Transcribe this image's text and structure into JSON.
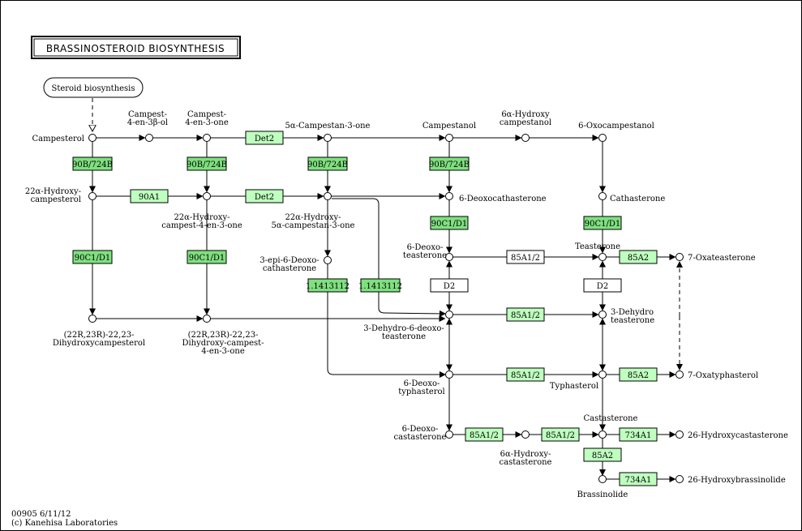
{
  "title": "BRASSINOSTEROID  BIOSYNTHESIS",
  "link_map": "Steroid biosynthesis",
  "footer": {
    "id_date": "00905 6/11/12",
    "copyright": "(c) Kanehisa Laboratories"
  },
  "colors": {
    "present": "#bfffbf",
    "present_dark": "#7fe07f",
    "absent": "#ffffff",
    "line": "#000000"
  },
  "compounds": [
    {
      "id": "campesterol",
      "lines": [
        "Campesterol"
      ]
    },
    {
      "id": "campest-4-en-3b-ol",
      "lines": [
        "Campest-",
        "4-en-3β-ol"
      ]
    },
    {
      "id": "campest-4-en-3-one",
      "lines": [
        "Campest-",
        "4-en-3-one"
      ]
    },
    {
      "id": "5a-campestan-3-one",
      "lines": [
        "5α-Campestan-3-one"
      ]
    },
    {
      "id": "campestanol",
      "lines": [
        "Campestanol"
      ]
    },
    {
      "id": "6a-hydroxycampestanol",
      "lines": [
        "6α-Hydroxy",
        "campestanol"
      ]
    },
    {
      "id": "6-oxocampestanol",
      "lines": [
        "6-Oxocampestanol"
      ]
    },
    {
      "id": "22a-hydroxycampesterol",
      "lines": [
        "22α-Hydroxy-",
        "campesterol"
      ]
    },
    {
      "id": "22a-hydroxy-campest-4-en-3-one",
      "lines": [
        "22α-Hydroxy-",
        "campest-4-en-3-one"
      ]
    },
    {
      "id": "22a-hydroxy-5a-campestan-3-one",
      "lines": [
        "22α-Hydroxy-",
        "5α-campestan-3-one"
      ]
    },
    {
      "id": "6-deoxocathasterone",
      "lines": [
        "6-Deoxocathasterone"
      ]
    },
    {
      "id": "cathasterone",
      "lines": [
        "Cathasterone"
      ]
    },
    {
      "id": "3-epi-6-deoxocathasterone",
      "lines": [
        "3-epi-6-Deoxo-",
        "cathasterone"
      ]
    },
    {
      "id": "6-deoxoteasterone",
      "lines": [
        "6-Deoxo-",
        "teasterone"
      ]
    },
    {
      "id": "teasterone",
      "lines": [
        "Teasterone"
      ]
    },
    {
      "id": "7-oxateasterone",
      "lines": [
        "7-Oxateasterone"
      ]
    },
    {
      "id": "22r23r-dihydroxycampesterol",
      "lines": [
        "(22R,23R)-22,23-",
        "Dihydroxycampesterol"
      ]
    },
    {
      "id": "22r23r-dihydroxy-campest-4-en-3-one",
      "lines": [
        "(22R,23R)-22,23-",
        "Dihydroxy-campest-",
        "4-en-3-one"
      ]
    },
    {
      "id": "3-dehydro-6-deoxoteasterone",
      "lines": [
        "3-Dehydro-6-deoxo-",
        "teasterone"
      ]
    },
    {
      "id": "3-dehydroteasterone",
      "lines": [
        "3-Dehydro",
        "teasterone"
      ]
    },
    {
      "id": "6-deoxotyphasterol",
      "lines": [
        "6-Deoxo-",
        "typhasterol"
      ]
    },
    {
      "id": "typhasterol",
      "lines": [
        "Typhasterol"
      ]
    },
    {
      "id": "7-oxatyphasterol",
      "lines": [
        "7-Oxatyphasterol"
      ]
    },
    {
      "id": "6-deoxocastasterone",
      "lines": [
        "6-Deoxo-",
        "castasterone"
      ]
    },
    {
      "id": "6a-hydroxycastasterone",
      "lines": [
        "6α-Hydroxy-",
        "castasterone"
      ]
    },
    {
      "id": "castasterone",
      "lines": [
        "Castasterone"
      ]
    },
    {
      "id": "26-hydroxycastasterone",
      "lines": [
        "26-Hydroxycastasterone"
      ]
    },
    {
      "id": "brassinolide",
      "lines": [
        "Brassinolide"
      ]
    },
    {
      "id": "26-hydroxybrassinolide",
      "lines": [
        "26-Hydroxybrassinolide"
      ]
    }
  ],
  "enzymes": [
    {
      "id": "e1",
      "label": "Det2",
      "present": true
    },
    {
      "id": "e2",
      "label": "90B/724B",
      "present": true,
      "dark": true
    },
    {
      "id": "e3",
      "label": "90B/724B",
      "present": true,
      "dark": true
    },
    {
      "id": "e4",
      "label": "90B/724B",
      "present": true,
      "dark": true
    },
    {
      "id": "e5",
      "label": "90B/724B",
      "present": true,
      "dark": true
    },
    {
      "id": "e6",
      "label": "90A1",
      "present": true
    },
    {
      "id": "e7",
      "label": "Det2",
      "present": true
    },
    {
      "id": "e8",
      "label": "90C1/D1",
      "present": true,
      "dark": true
    },
    {
      "id": "e9",
      "label": "90C1/D1",
      "present": true,
      "dark": true
    },
    {
      "id": "e10",
      "label": "90C1/D1",
      "present": true,
      "dark": true
    },
    {
      "id": "e11",
      "label": "90C1/D1",
      "present": true,
      "dark": true
    },
    {
      "id": "e12",
      "label": "1.1.1.4.1.3.112",
      "display": "1.1413112",
      "present": true,
      "dark": true
    },
    {
      "id": "e13",
      "label": "1.1413112",
      "present": true,
      "dark": true
    },
    {
      "id": "e14",
      "label": "85A1/2",
      "present": false
    },
    {
      "id": "e15",
      "label": "85A2",
      "present": true
    },
    {
      "id": "e16",
      "label": "D2",
      "present": false
    },
    {
      "id": "e17",
      "label": "D2",
      "present": false
    },
    {
      "id": "e18",
      "label": "85A1/2",
      "present": true
    },
    {
      "id": "e19",
      "label": "85A1/2",
      "present": true
    },
    {
      "id": "e20",
      "label": "85A2",
      "present": true
    },
    {
      "id": "e21",
      "label": "85A1/2",
      "present": true
    },
    {
      "id": "e22",
      "label": "85A1/2",
      "present": true
    },
    {
      "id": "e23",
      "label": "734A1",
      "present": true
    },
    {
      "id": "e24",
      "label": "85A2",
      "present": true
    },
    {
      "id": "e25",
      "label": "734A1",
      "present": true
    }
  ]
}
